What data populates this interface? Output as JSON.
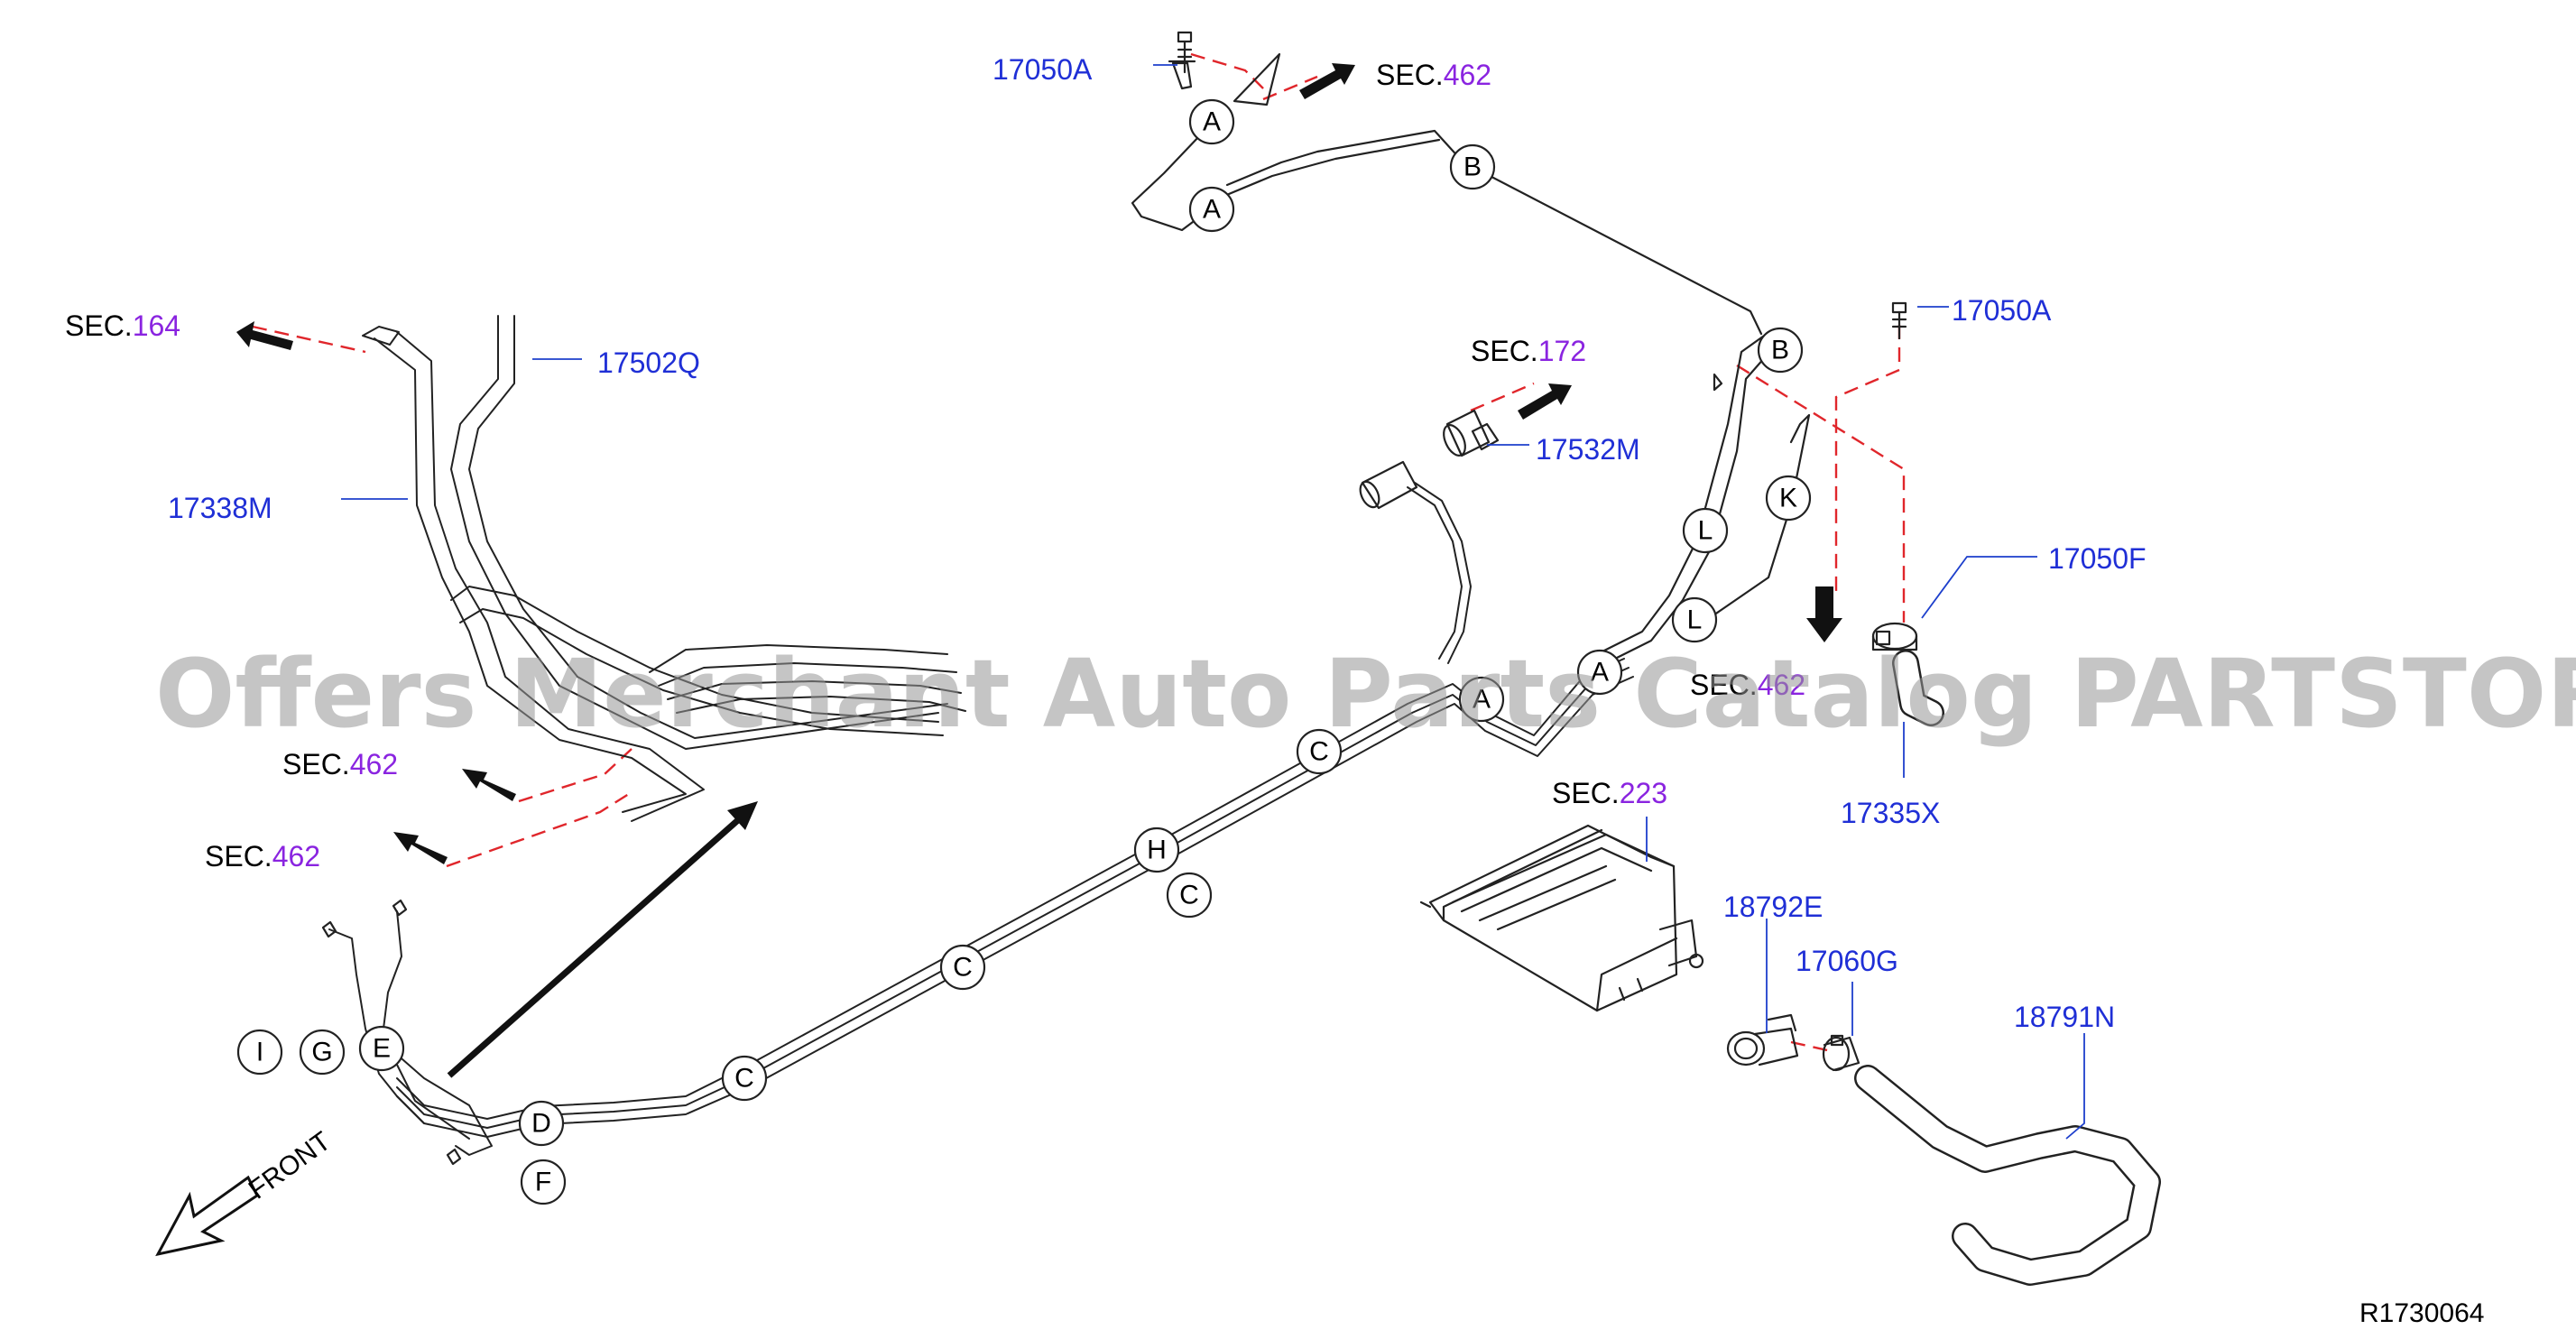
{
  "diagram": {
    "part_labels": {
      "p17050A_top": "17050A",
      "p17050A_right": "17050A",
      "p17502Q": "17502Q",
      "p17338M": "17338M",
      "p17532M": "17532M",
      "p17050F": "17050F",
      "p17335X": "17335X",
      "p18792E": "18792E",
      "p17060G": "17060G",
      "p18791N": "18791N"
    },
    "section_refs": {
      "sec462_top": {
        "prefix": "SEC.",
        "number": "462"
      },
      "sec164": {
        "prefix": "SEC.",
        "number": "164"
      },
      "sec172": {
        "prefix": "SEC.",
        "number": "172"
      },
      "sec462_mid": {
        "prefix": "SEC.",
        "number": "462"
      },
      "sec462_left1": {
        "prefix": "SEC.",
        "number": "462"
      },
      "sec462_left2": {
        "prefix": "SEC.",
        "number": "462"
      },
      "sec223": {
        "prefix": "SEC.",
        "number": "223"
      }
    },
    "callouts": {
      "a1": "A",
      "a2": "A",
      "a3": "A",
      "a4": "A",
      "b1": "B",
      "b2": "B",
      "c1": "C",
      "c2": "C",
      "c3": "C",
      "c4": "C",
      "h": "H",
      "k": "K",
      "l1": "L",
      "l2": "L",
      "i": "I",
      "g": "G",
      "e": "E",
      "d": "D",
      "f": "F"
    },
    "front_label": "FRONT",
    "reference_code": "R1730064",
    "watermark": "Offers Merchant Auto Parts Catalog PARTSTORE.SA",
    "colors": {
      "part_number": "#1f2fd6",
      "section_number": "#8a24e0",
      "phantom_line": "#e0262b"
    }
  }
}
